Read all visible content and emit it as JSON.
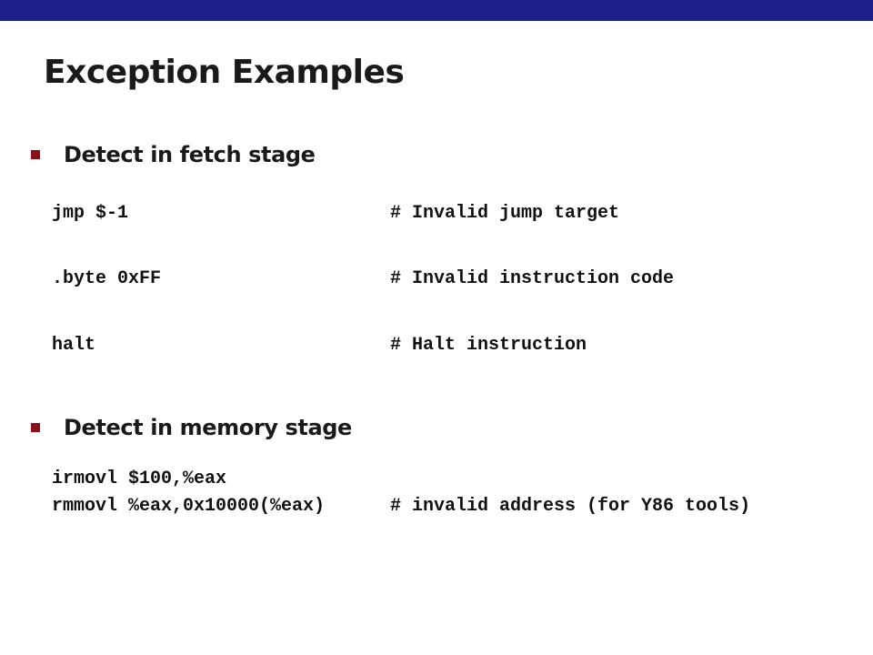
{
  "slide": {
    "title": "Exception Examples",
    "sections": [
      {
        "heading": "Detect in fetch stage",
        "code": [
          {
            "instruction": "jmp $-1",
            "comment": "# Invalid jump target"
          },
          {
            "instruction": ".byte 0xFF",
            "comment": "# Invalid instruction code"
          },
          {
            "instruction": "halt",
            "comment": "# Halt instruction"
          }
        ]
      },
      {
        "heading": "Detect in memory stage",
        "code": [
          {
            "instruction": "irmovl $100,%eax",
            "comment": ""
          },
          {
            "instruction": "rmmovl %eax,0x10000(%eax)",
            "comment": "# invalid address (for Y86 tools)"
          }
        ]
      }
    ]
  },
  "colors": {
    "top_bar": "#1f1f8a",
    "bullet": "#8b0f1a",
    "text": "#1a1a1a"
  }
}
